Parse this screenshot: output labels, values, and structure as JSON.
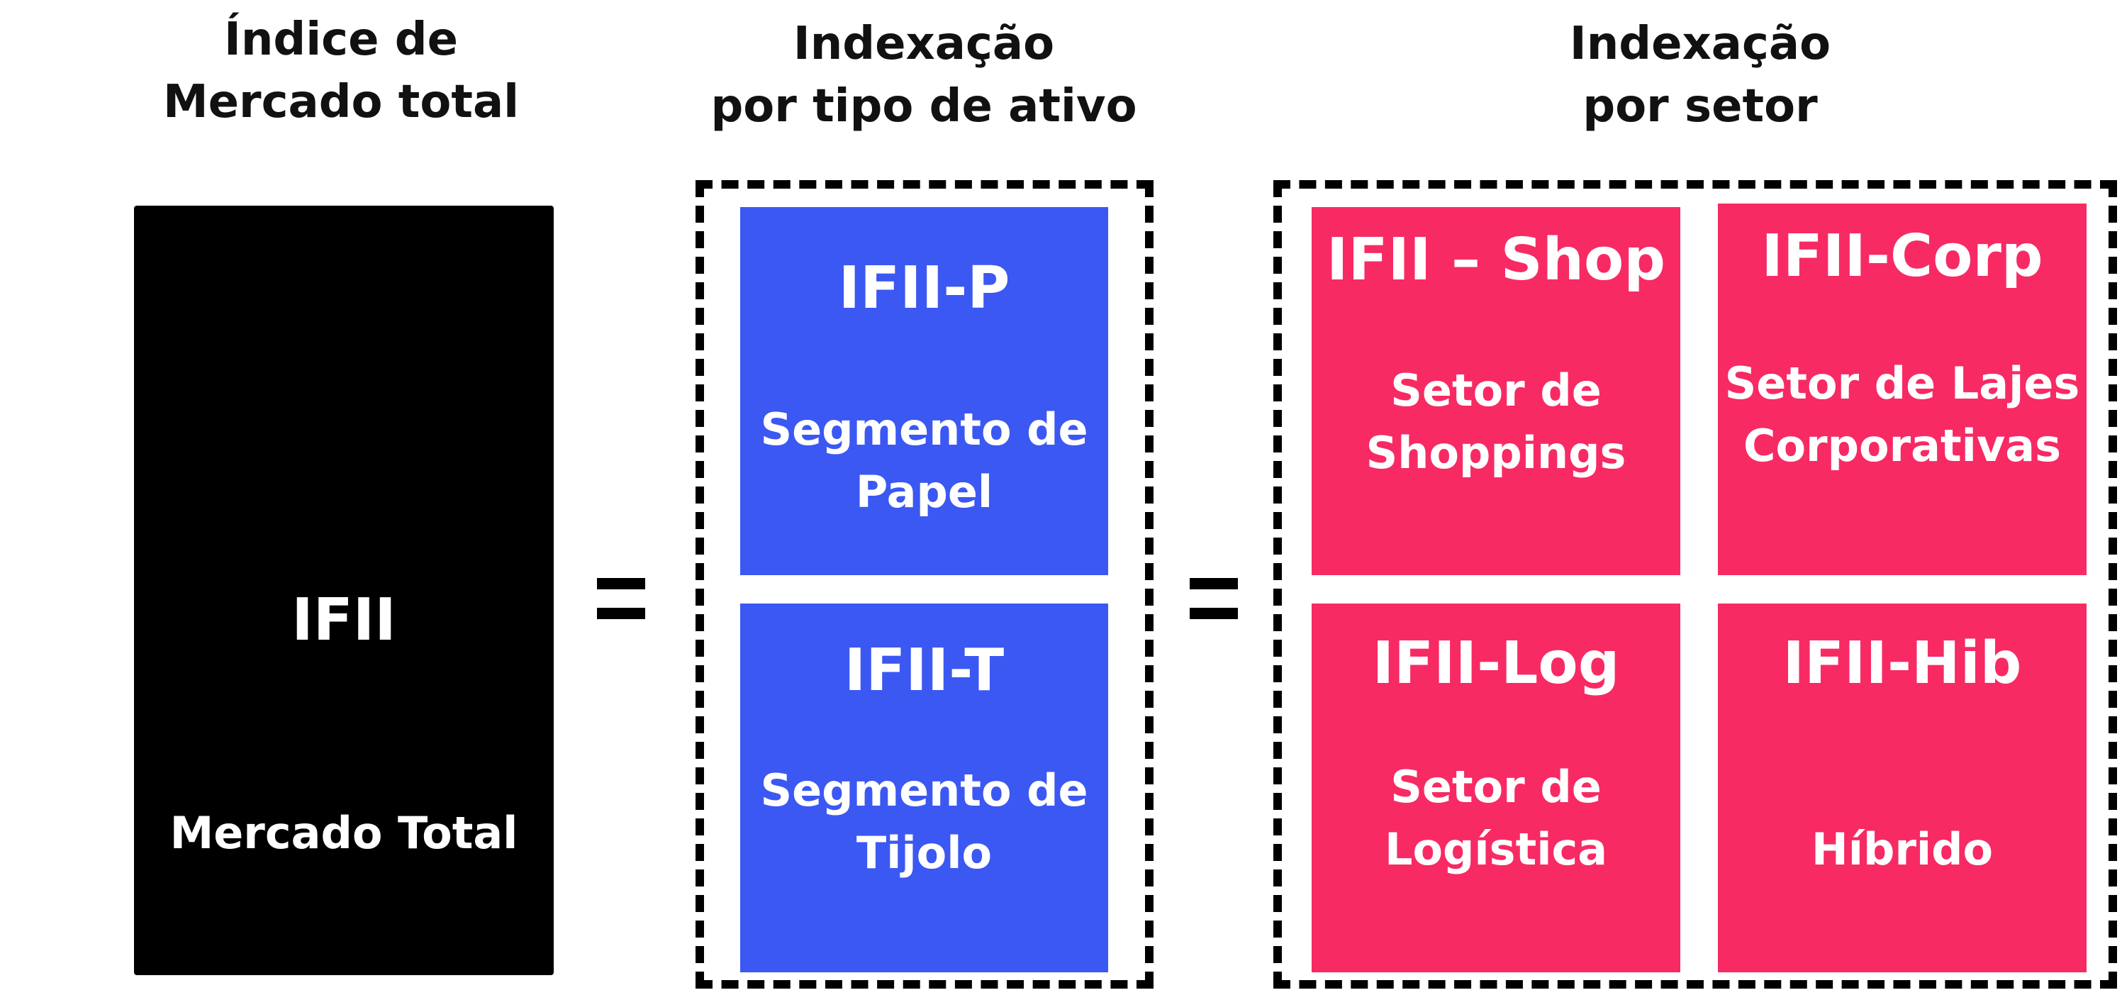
{
  "colors": {
    "total": "#000000",
    "asset_type": "#3b58f2",
    "sector": "#f72a64"
  },
  "headings": {
    "total": [
      "Índice de",
      "Mercado total"
    ],
    "asset_type": [
      "Indexação",
      "por tipo de ativo"
    ],
    "sector": [
      "Indexação",
      "por setor"
    ]
  },
  "total": {
    "title": "IFII",
    "subtitle": "Mercado Total"
  },
  "asset_types": [
    {
      "title": "IFII-P",
      "subtitle": [
        "Segmento de",
        "Papel"
      ]
    },
    {
      "title": "IFII-T",
      "subtitle": [
        "Segmento de",
        "Tijolo"
      ]
    }
  ],
  "sectors": [
    {
      "title": "IFII – Shop",
      "subtitle": [
        "Setor de",
        "Shoppings"
      ]
    },
    {
      "title": "IFII-Corp",
      "subtitle": [
        "Setor de Lajes",
        "Corporativas"
      ]
    },
    {
      "title": "IFII-Log",
      "subtitle": [
        "Setor de",
        "Logística"
      ]
    },
    {
      "title": "IFII-Hib",
      "subtitle": [
        "",
        "Híbrido"
      ]
    }
  ],
  "operators": {
    "equals_1": "=",
    "equals_2": "="
  }
}
